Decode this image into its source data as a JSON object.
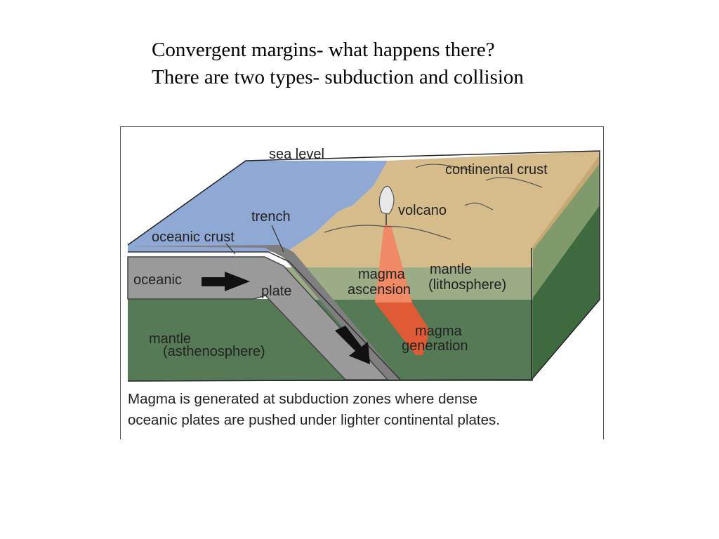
{
  "slide": {
    "title_line1": "Convergent margins- what happens there?",
    "title_line2": "There are two types- subduction and collision"
  },
  "diagram": {
    "labels": {
      "sea_level": "sea level",
      "continental_crust": "continental crust",
      "trench": "trench",
      "volcano": "volcano",
      "oceanic_crust": "oceanic crust",
      "oceanic": "oceanic",
      "plate": "plate",
      "magma_ascension_1": "magma",
      "magma_ascension_2": "ascension",
      "mantle_lith_1": "mantle",
      "mantle_lith_2": "(lithosphere)",
      "magma_generation_1": "magma",
      "magma_generation_2": "generation",
      "mantle_asth_1": "mantle",
      "mantle_asth_2": "(asthenosphere)"
    },
    "caption_line1": "Magma is generated at subduction zones where dense",
    "caption_line2": "oceanic plates are pushed under lighter continental plates.",
    "colors": {
      "sea": "#8fa8d4",
      "continental_crust": "#d6bc8a",
      "lithosphere_mantle": "#9bac86",
      "asthenosphere": "#557a55",
      "oceanic_plate": "#9a9a9a",
      "magma": "#ee6a45"
    }
  }
}
